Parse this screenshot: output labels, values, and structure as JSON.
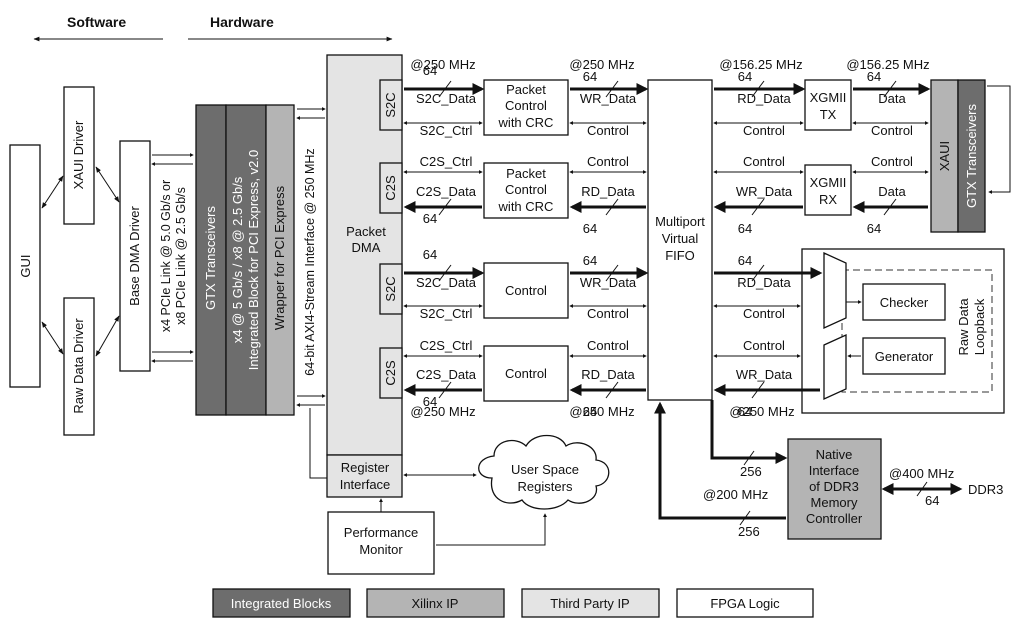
{
  "header": {
    "software": "Software",
    "hardware": "Hardware"
  },
  "blocks": {
    "gui": "GUI",
    "xaui_driver": "XAUI Driver",
    "raw_data_driver": "Raw Data Driver",
    "base_dma_driver": "Base DMA Driver",
    "pcie_link_a": "x4 PCIe Link @ 5.0 Gb/s or",
    "pcie_link_b": "x8 PCIe Link @ 2.5 Gb/s",
    "gtx_left": "GTX Transceivers",
    "ib_a": "x4 @ 5 Gb/s / x8 @ 2.5 Gb/s",
    "ib_b": "Integrated Block for  PCI Express, v2.0",
    "wrapper": "Wrapper for PCI Express",
    "axi": "64-bit AXI4-Stream Interface @ 250 MHz",
    "packet_dma_a": "Packet",
    "packet_dma_b": "DMA",
    "s2c": "S2C",
    "c2s": "C2S",
    "register_interface_a": "Register",
    "register_interface_b": "Interface",
    "pc_crc_a": "Packet",
    "pc_crc_b": "Control",
    "pc_crc_c": "with CRC",
    "control": "Control",
    "mvf_a": "Multiport",
    "mvf_b": "Virtual",
    "mvf_c": "FIFO",
    "xgmii_tx_a": "XGMII",
    "xgmii_tx_b": "TX",
    "xgmii_rx_a": "XGMII",
    "xgmii_rx_b": "RX",
    "xaui": "XAUI",
    "gtx_right": "GTX Transceivers",
    "checker": "Checker",
    "generator": "Generator",
    "raw_loopback_a": "Raw Data",
    "raw_loopback_b": "Loopback",
    "ddr3_a": "Native",
    "ddr3_b": "Interface",
    "ddr3_c": "of DDR3",
    "ddr3_d": "Memory",
    "ddr3_e": "Controller",
    "ddr3_ext": "DDR3",
    "user_regs_a": "User Space",
    "user_regs_b": "Registers",
    "perf_a": "Performance",
    "perf_b": "Monitor"
  },
  "signals": {
    "s2c_data": "S2C_Data",
    "s2c_ctrl": "S2C_Ctrl",
    "c2s_ctrl": "C2S_Ctrl",
    "c2s_data": "C2S_Data",
    "wr_data": "WR_Data",
    "rd_data": "RD_Data",
    "control": "Control",
    "data": "Data"
  },
  "annotations": {
    "w64": "64",
    "w256": "256",
    "f250": "@250 MHz",
    "f156": "@156.25 MHz",
    "f200": "@200 MHz",
    "f400": "@400 MHz"
  },
  "legend": [
    {
      "label": "Integrated Blocks",
      "color": "#6d6d6d",
      "text_color": "#ffffff"
    },
    {
      "label": "Xilinx IP",
      "color": "#b4b4b4",
      "text_color": "#111111"
    },
    {
      "label": "Third Party IP",
      "color": "#e4e4e4",
      "text_color": "#111111"
    },
    {
      "label": "FPGA Logic",
      "color": "#ffffff",
      "text_color": "#111111"
    }
  ],
  "colors": {
    "integrated": "#6d6d6d",
    "xilinx": "#b4b4b4",
    "third_party": "#e4e4e4",
    "logic": "#ffffff"
  }
}
